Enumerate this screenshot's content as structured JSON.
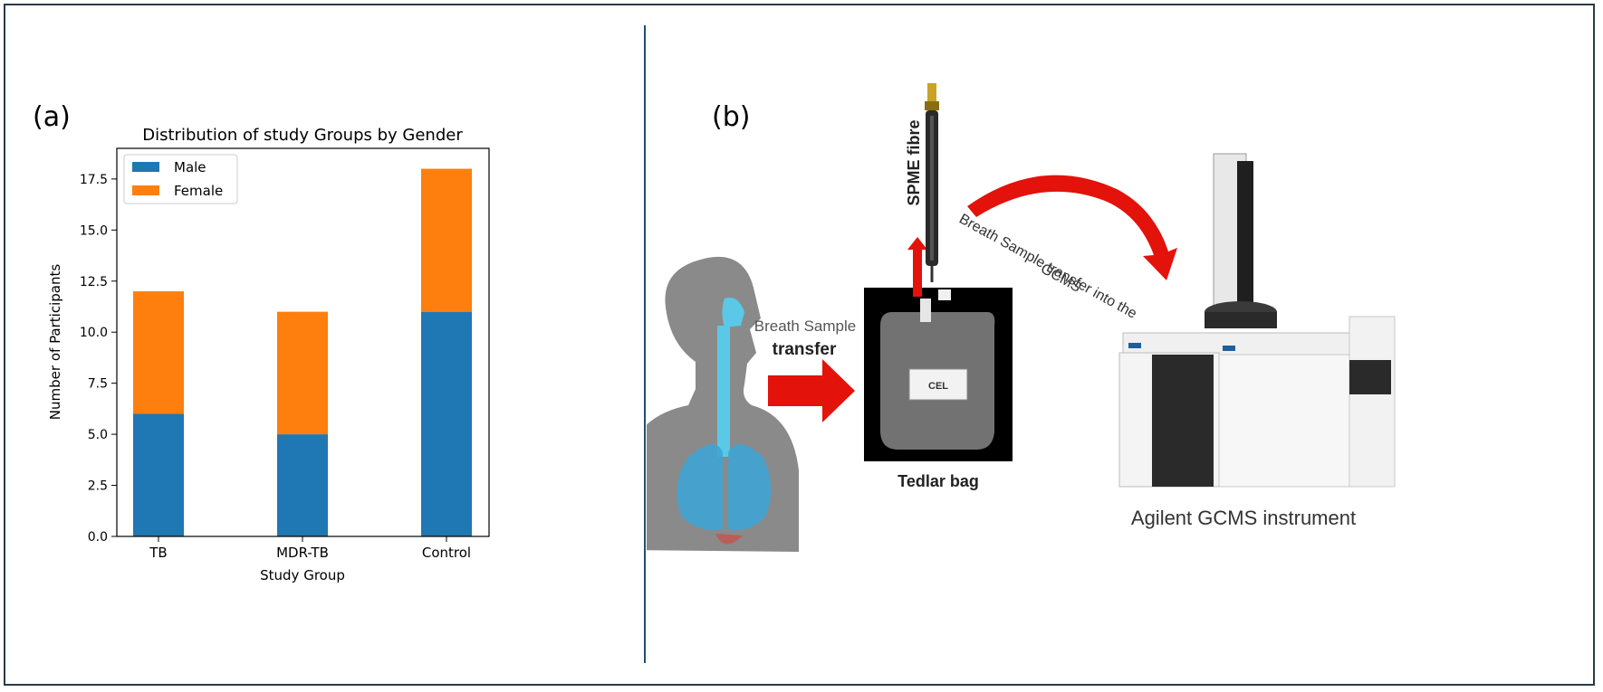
{
  "panels": {
    "a_label": "(a)",
    "b_label": "(b)"
  },
  "chart_data": {
    "type": "bar",
    "stacked": true,
    "title": "Distribution of study Groups by Gender",
    "xlabel": "Study Group",
    "ylabel": "Number of Participants",
    "categories": [
      "TB",
      "MDR-TB",
      "Control"
    ],
    "series": [
      {
        "name": "Male",
        "values": [
          6,
          5,
          11
        ],
        "color": "#1f77b4"
      },
      {
        "name": "Female",
        "values": [
          6,
          6,
          7
        ],
        "color": "#ff7f0e"
      }
    ],
    "ylim": [
      0,
      19
    ],
    "yticks": [
      "0.0",
      "2.5",
      "5.0",
      "7.5",
      "10.0",
      "12.5",
      "15.0",
      "17.5"
    ],
    "legend": "top-left",
    "grid": false
  },
  "diagram": {
    "breath_transfer_line1": "Breath Sample",
    "breath_transfer_line2": "transfer",
    "spme_label": "SPME fibre",
    "tedlar_label": "Tedlar bag",
    "gcms_transfer_line1": "Breath Sample transfer into the",
    "gcms_transfer_line2": "GCMS",
    "instrument_label": "Agilent GCMS instrument",
    "bag_tag": "CEL"
  },
  "colors": {
    "arrow_red": "#e3120b",
    "silhouette": "#8a8a8a",
    "airway_blue": "#5bc8e8",
    "frame": "#2b3a4a",
    "divider": "#21506a"
  }
}
